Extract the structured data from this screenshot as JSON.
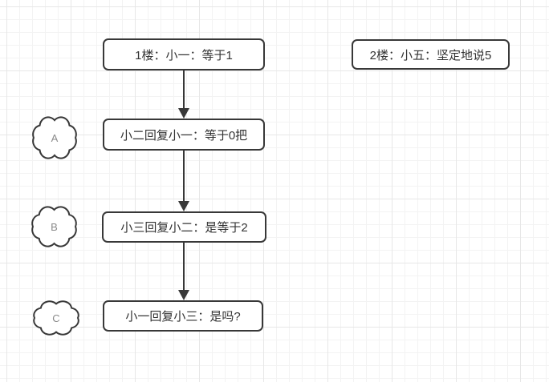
{
  "canvas": {
    "background": "#ffffff",
    "grid_minor_color": "#f3f3f3",
    "grid_major_color": "#e7e7e7"
  },
  "style": {
    "shape_stroke": "#383838",
    "shape_fill": "#ffffff",
    "text_color": "#333333",
    "cloud_label_color": "#8a8a8a",
    "arrow_color": "#383838"
  },
  "diagram": {
    "nodes": [
      {
        "id": "floor1",
        "label": "1楼：小一：等于1"
      },
      {
        "id": "floor2",
        "label": "2楼：小五：坚定地说5"
      },
      {
        "id": "reply_a",
        "label": "小二回复小一：等于0把"
      },
      {
        "id": "reply_b",
        "label": "小三回复小二：是等于2"
      },
      {
        "id": "reply_c",
        "label": "小一回复小三：是吗?"
      }
    ],
    "clouds": [
      {
        "id": "cloud_a",
        "label": "A"
      },
      {
        "id": "cloud_b",
        "label": "B"
      },
      {
        "id": "cloud_c",
        "label": "C"
      }
    ],
    "edges": [
      {
        "from": "floor1",
        "to": "reply_a",
        "direction": "down"
      },
      {
        "from": "reply_a",
        "to": "reply_b",
        "direction": "down"
      },
      {
        "from": "reply_b",
        "to": "reply_c",
        "direction": "down"
      }
    ]
  }
}
